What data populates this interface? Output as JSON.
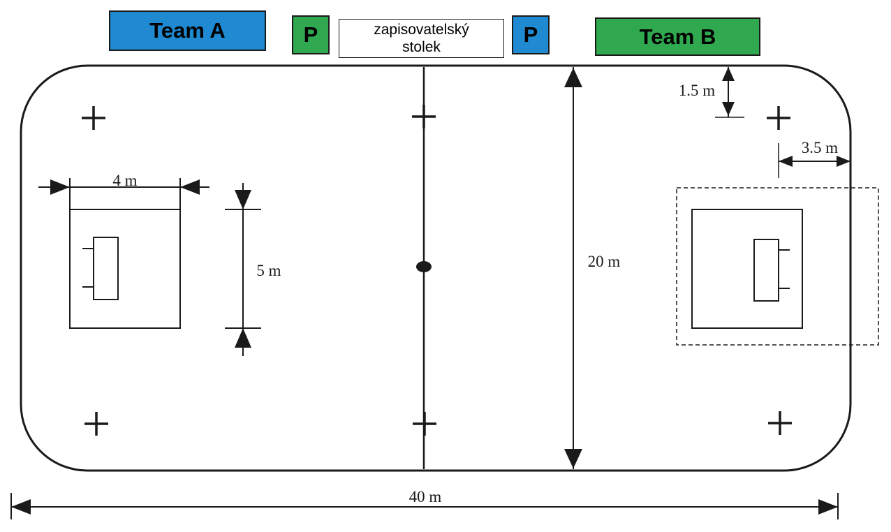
{
  "header": {
    "team_a": "Team A",
    "team_b": "Team B",
    "penalty_a": "P",
    "penalty_b": "P",
    "table_line1": "zapisovatelský",
    "table_line2": "stolek"
  },
  "dimensions": {
    "length": "40 m",
    "width": "20 m",
    "goal_area_width": "4 m",
    "goal_area_depth": "5 m",
    "faceoff_offset": "1.5 m",
    "goal_line_offset": "3.5 m"
  },
  "colors": {
    "team_a": "#1f8ad2",
    "team_b": "#2fa84f",
    "penalty_a": "#2fa84f",
    "penalty_b": "#1f8ad2",
    "lines": "#1a1a1a"
  }
}
